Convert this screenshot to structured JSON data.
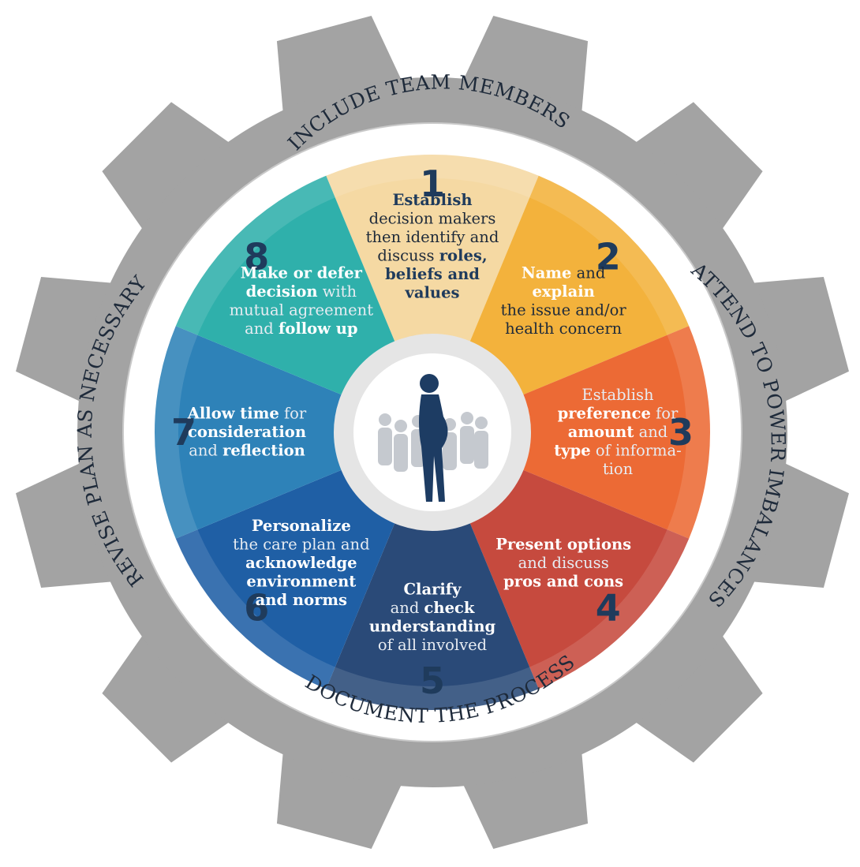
{
  "ring_labels": {
    "top": "INCLUDE TEAM MEMBERS",
    "right": "ATTEND TO POWER IMBALANCES",
    "bottom": "DOCUMENT THE PROCESS",
    "left": "REVISE PLAN AS NECESSARY"
  },
  "segments": [
    {
      "number": "1",
      "color": "#f5d9a3",
      "lines": [
        [
          {
            "t": "Establish",
            "b": true
          }
        ],
        [
          {
            "t": "decision makers",
            "b": false
          }
        ],
        [
          {
            "t": "then identify and",
            "b": false
          }
        ],
        [
          {
            "t": "discuss ",
            "b": false
          },
          {
            "t": "roles,",
            "b": true
          }
        ],
        [
          {
            "t": "beliefs and",
            "b": true
          }
        ],
        [
          {
            "t": "values",
            "b": true
          }
        ]
      ]
    },
    {
      "number": "2",
      "color": "#f3b23c",
      "lines": [
        [
          {
            "t": "Name",
            "b": true
          },
          {
            "t": " and",
            "b": false
          }
        ],
        [
          {
            "t": "explain",
            "b": true
          }
        ],
        [
          {
            "t": "the issue and/or",
            "b": false
          }
        ],
        [
          {
            "t": "health concern",
            "b": false
          }
        ]
      ]
    },
    {
      "number": "3",
      "color": "#ec6a35",
      "lines": [
        [
          {
            "t": "Establish",
            "b": false
          }
        ],
        [
          {
            "t": "preference",
            "b": true
          },
          {
            "t": " for",
            "b": false
          }
        ],
        [
          {
            "t": "amount",
            "b": true
          },
          {
            "t": " and",
            "b": false
          }
        ],
        [
          {
            "t": "type",
            "b": true
          },
          {
            "t": " of informa-",
            "b": false
          }
        ],
        [
          {
            "t": "tion",
            "b": false
          }
        ]
      ]
    },
    {
      "number": "4",
      "color": "#c64a3e",
      "lines": [
        [
          {
            "t": "Present options",
            "b": true
          }
        ],
        [
          {
            "t": "and discuss",
            "b": false
          }
        ],
        [
          {
            "t": "pros and cons",
            "b": true
          }
        ]
      ]
    },
    {
      "number": "5",
      "color": "#2a4a78",
      "lines": [
        [
          {
            "t": "Clarify",
            "b": true
          }
        ],
        [
          {
            "t": "and ",
            "b": false
          },
          {
            "t": "check",
            "b": true
          }
        ],
        [
          {
            "t": "understanding",
            "b": true
          }
        ],
        [
          {
            "t": "of all involved",
            "b": false
          }
        ]
      ]
    },
    {
      "number": "6",
      "color": "#1f5fa5",
      "lines": [
        [
          {
            "t": "Personalize",
            "b": true
          }
        ],
        [
          {
            "t": "the care plan and",
            "b": false
          }
        ],
        [
          {
            "t": "acknowledge",
            "b": true
          }
        ],
        [
          {
            "t": "environment",
            "b": true
          }
        ],
        [
          {
            "t": "and norms",
            "b": true
          }
        ]
      ]
    },
    {
      "number": "7",
      "color": "#2e82b8",
      "lines": [
        [
          {
            "t": "Allow time",
            "b": true
          },
          {
            "t": " for",
            "b": false
          }
        ],
        [
          {
            "t": "consideration",
            "b": true
          }
        ],
        [
          {
            "t": "and ",
            "b": false
          },
          {
            "t": "reflection",
            "b": true
          }
        ]
      ]
    },
    {
      "number": "8",
      "color": "#2fb0ab",
      "lines": [
        [
          {
            "t": "Make or defer",
            "b": true
          }
        ],
        [
          {
            "t": "decision",
            "b": true
          },
          {
            "t": " with",
            "b": false
          }
        ],
        [
          {
            "t": "mutual agreement",
            "b": false
          }
        ],
        [
          {
            "t": "and ",
            "b": false
          },
          {
            "t": "follow up",
            "b": true
          }
        ]
      ]
    }
  ],
  "colors": {
    "gear": "#a3a3a3",
    "ring_white": "#ffffff",
    "ring_edge": "#c9c9c9",
    "number": "#1f3b5c",
    "bold_light": "#ffffff",
    "text_dark": "#1e2a3a",
    "center_bg": "#ffffff",
    "silhouette_main": "#1d3c63",
    "silhouette_group": "#c5c9cf"
  }
}
